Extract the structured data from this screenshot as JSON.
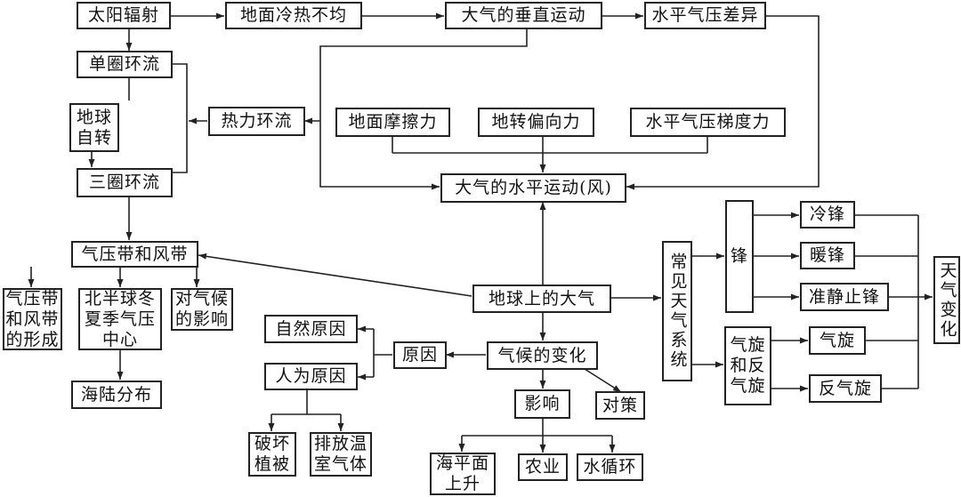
{
  "nodes": {
    "solar": "太阳辐射",
    "uneven": "地面冷热不均",
    "vertical": "大气的垂直运动",
    "pressure_diff": "水平气压差异",
    "single_cell": "单圈环流",
    "thermal": "热力环流",
    "rotation": "地球\n自转",
    "three_cell": "三圈环流",
    "friction": "地面摩擦力",
    "coriolis": "地转偏向力",
    "gradient": "水平气压梯度力",
    "wind": "大气的水平运动(风)",
    "belts": "气压带和风带",
    "belts_form": "气压带\n和风带\n的形成",
    "centers": "北半球冬\n夏季气压\n中心",
    "climate_effect": "对气候\n的影响",
    "land_sea": "海陆分布",
    "atmosphere": "地球上的大气",
    "natural": "自然原因",
    "human": "人为原因",
    "cause": "原因",
    "climate_change": "气候的变化",
    "impact": "影响",
    "measures": "对策",
    "deforest": "破坏\n植被",
    "emission": "排放温\n室气体",
    "sea_level": "海平面\n上升",
    "agriculture": "农业",
    "water_cycle": "水循环",
    "systems": "常见天气系统",
    "front": "锋",
    "cold_front": "冷锋",
    "warm_front": "暖锋",
    "stationary_front": "准静止锋",
    "cyclone_group": "气旋\n和反\n气旋",
    "cyclone": "气旋",
    "anticyclone": "反气旋",
    "weather_change": "天气变化"
  }
}
